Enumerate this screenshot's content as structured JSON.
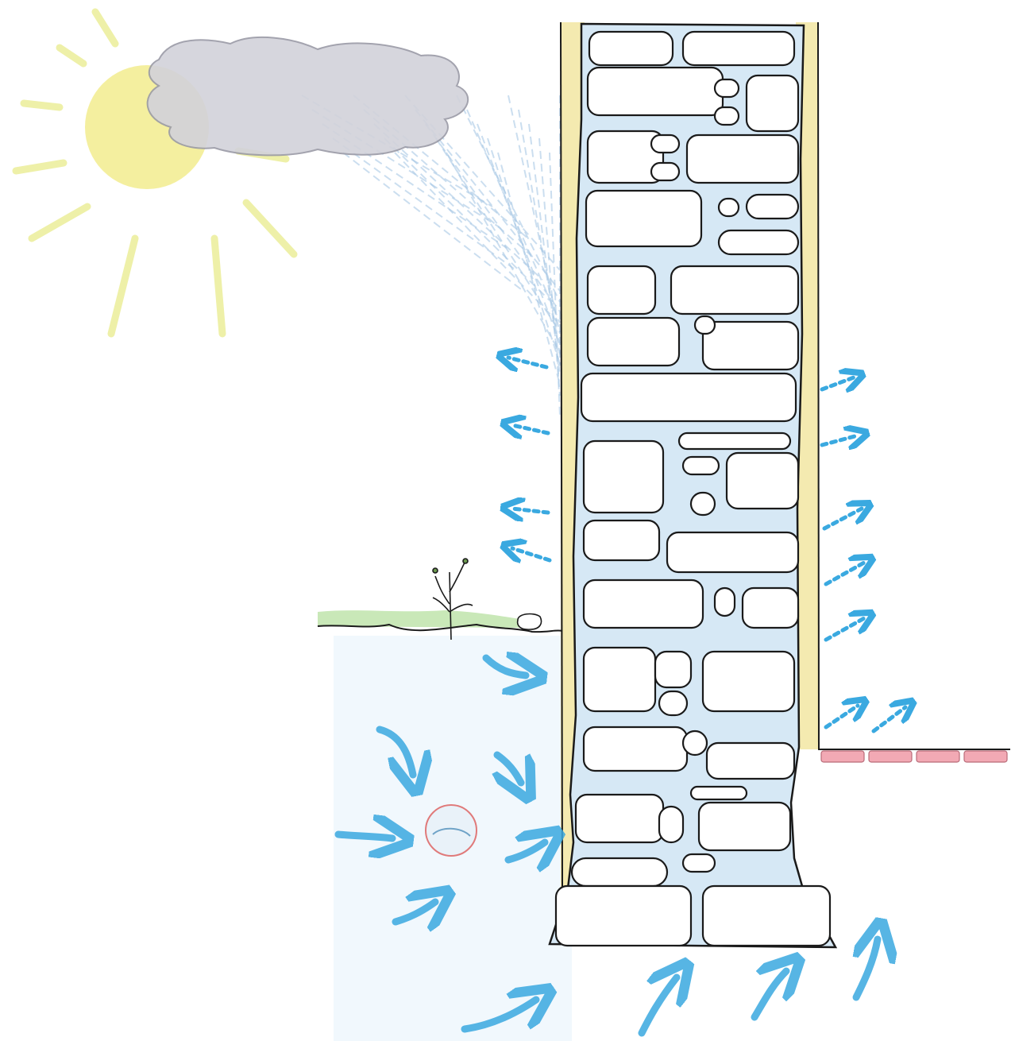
{
  "scene": {
    "elements": [
      "sun",
      "rain-cloud",
      "rain",
      "stone-wall",
      "plaster-render",
      "ground-with-grass",
      "drain-pipe",
      "floor-tiles",
      "moisture-arrows-ground",
      "evaporation-arrows-outside",
      "evaporation-arrows-inside"
    ]
  },
  "colors": {
    "sun": "#f3ee9a",
    "sun_rays": "#eef0a8",
    "cloud": "#cfcfd6",
    "rain": "#a9c9e6",
    "render": "#f4eab0",
    "mortar_moisture": "#cfe3f3",
    "moisture_arrow": "#3aa9e0",
    "grass": "#a8d98e",
    "tile": "#f2a9b4",
    "pipe_ring": "#e07a7a",
    "outline": "#1a1a1a"
  }
}
